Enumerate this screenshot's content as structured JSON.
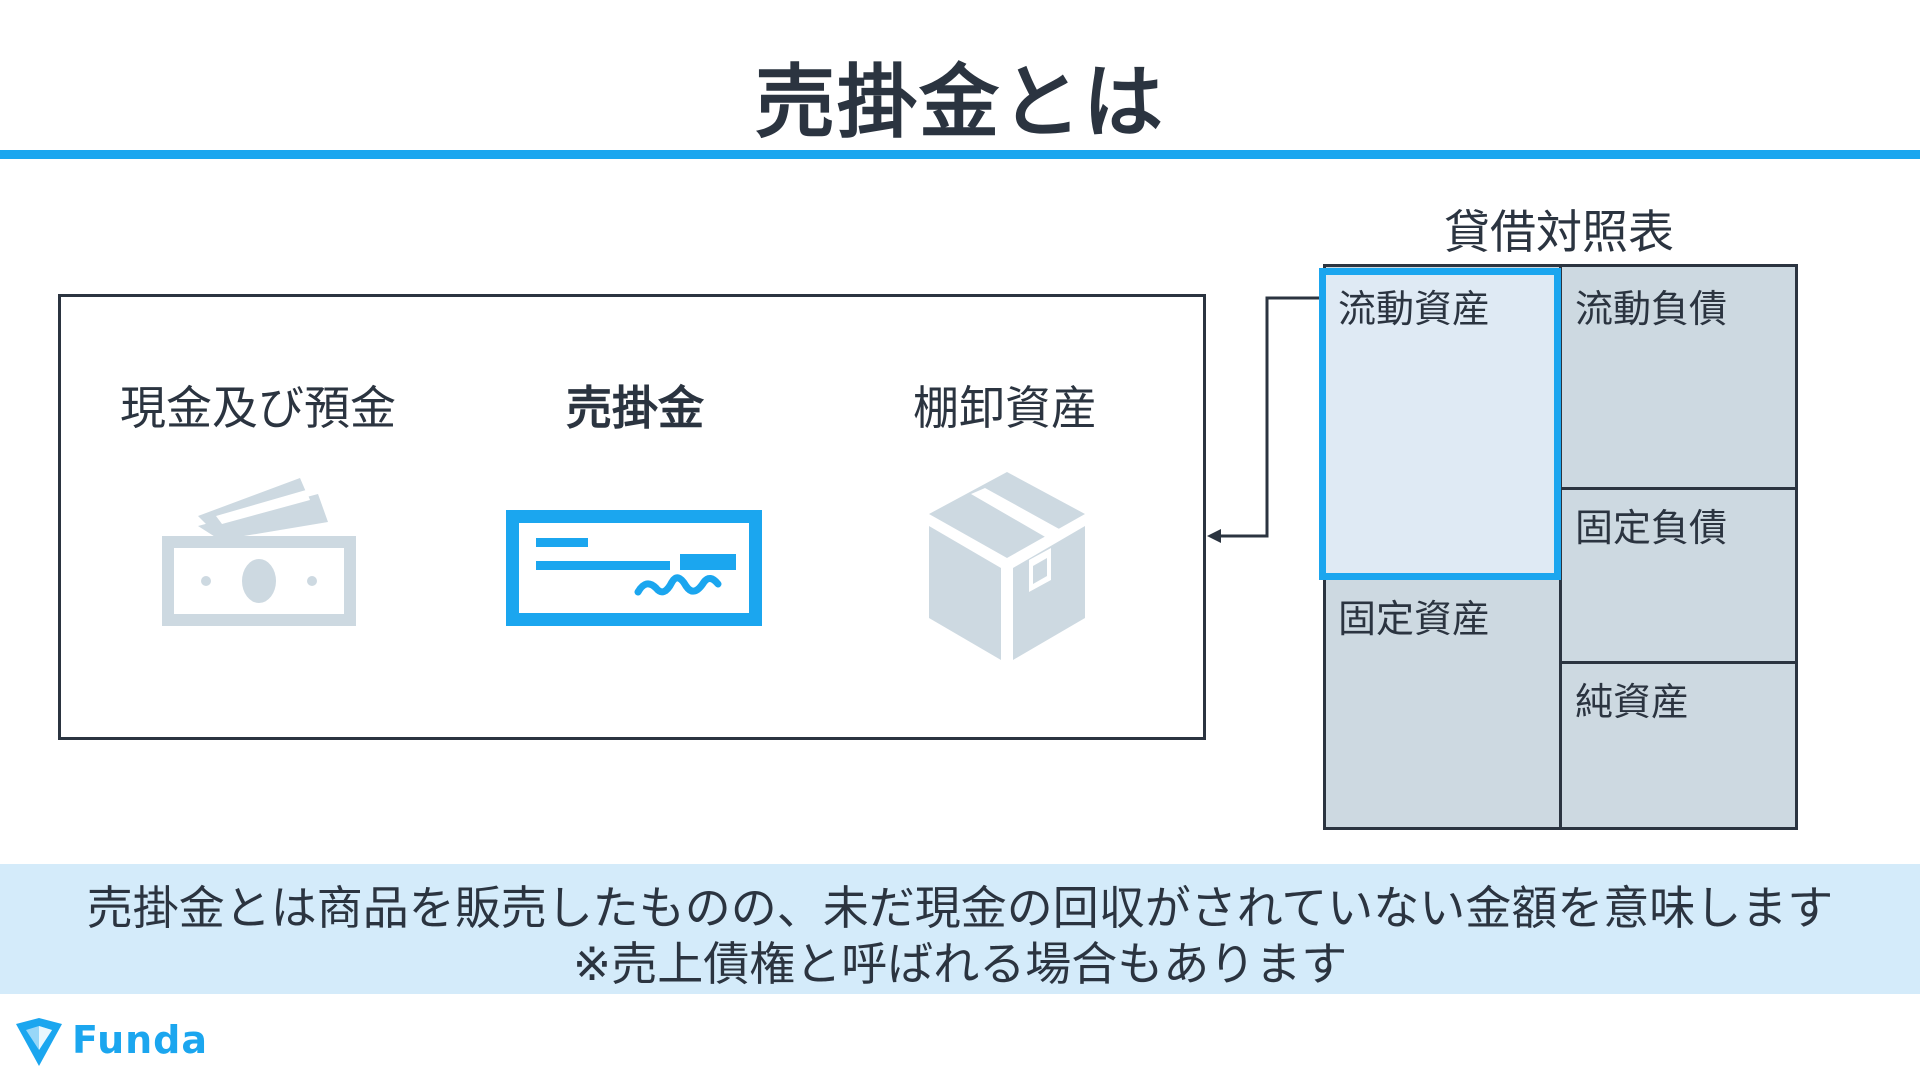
{
  "title": "売掛金とは",
  "assets": [
    {
      "label": "現金及び預金",
      "icon": "cash-icon"
    },
    {
      "label": "売掛金",
      "icon": "check-icon"
    },
    {
      "label": "棚卸資産",
      "icon": "box-icon"
    }
  ],
  "balance_sheet": {
    "title": "貸借対照表",
    "current_assets": "流動資産",
    "fixed_assets": "固定資産",
    "current_liabilities": "流動負債",
    "fixed_liabilities": "固定負債",
    "net_assets": "純資産"
  },
  "description": {
    "line1": "売掛金とは商品を販売したものの、未だ現金の回収がされていない金額を意味します",
    "line2": "※売上債権と呼ばれる場合もあります"
  },
  "brand": {
    "name": "Funda",
    "color": "#1ba6ef"
  },
  "colors": {
    "accent": "#1ba6ef",
    "text": "#2b3440",
    "icon_gray": "#cdd9e1",
    "band": "#d4ebfa"
  }
}
